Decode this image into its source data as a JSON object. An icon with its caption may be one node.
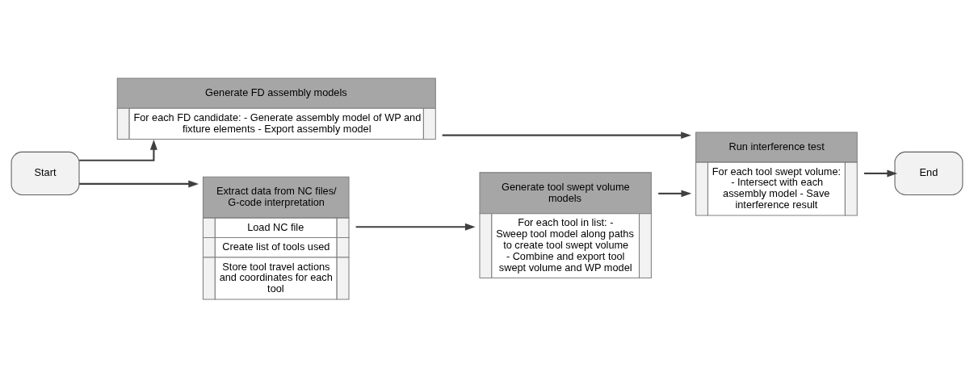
{
  "diagram": {
    "nodes": [
      {
        "text": [
          "Start"
        ]
      },
      {
        "text": [
          "Generate FD assembly models",
          "For each FD candidate: - Generate assembly model of WP and fixture elements - Export assembly model"
        ]
      },
      {
        "text": [
          "Extract data from NC files/ G-code interpretation",
          "Load NC file",
          "Create list of tools used",
          "Store tool travel actions and coordinates for each tool"
        ]
      },
      {
        "text": [
          "Generate tool swept volume models",
          "For each tool in list: - Sweep tool model along paths to create tool swept volume - Combine and export tool swept volume and WP model"
        ]
      },
      {
        "text": [
          "Run interference test",
          "For each tool swept volume: - Intersect with each assembly model - Save interference result"
        ]
      },
      {
        "text": [
          "End"
        ]
      }
    ],
    "edges": [
      {
        "from": 0,
        "to": 1,
        "arrow": "to"
      },
      {
        "from": 0,
        "to": 2,
        "arrow": "to"
      },
      {
        "from": 2,
        "to": 3,
        "arrow": "to"
      },
      {
        "from": 3,
        "to": 4,
        "arrow": "to"
      },
      {
        "from": 1,
        "to": 4,
        "arrow": "to"
      },
      {
        "from": 4,
        "to": 5,
        "arrow": "to"
      }
    ]
  }
}
